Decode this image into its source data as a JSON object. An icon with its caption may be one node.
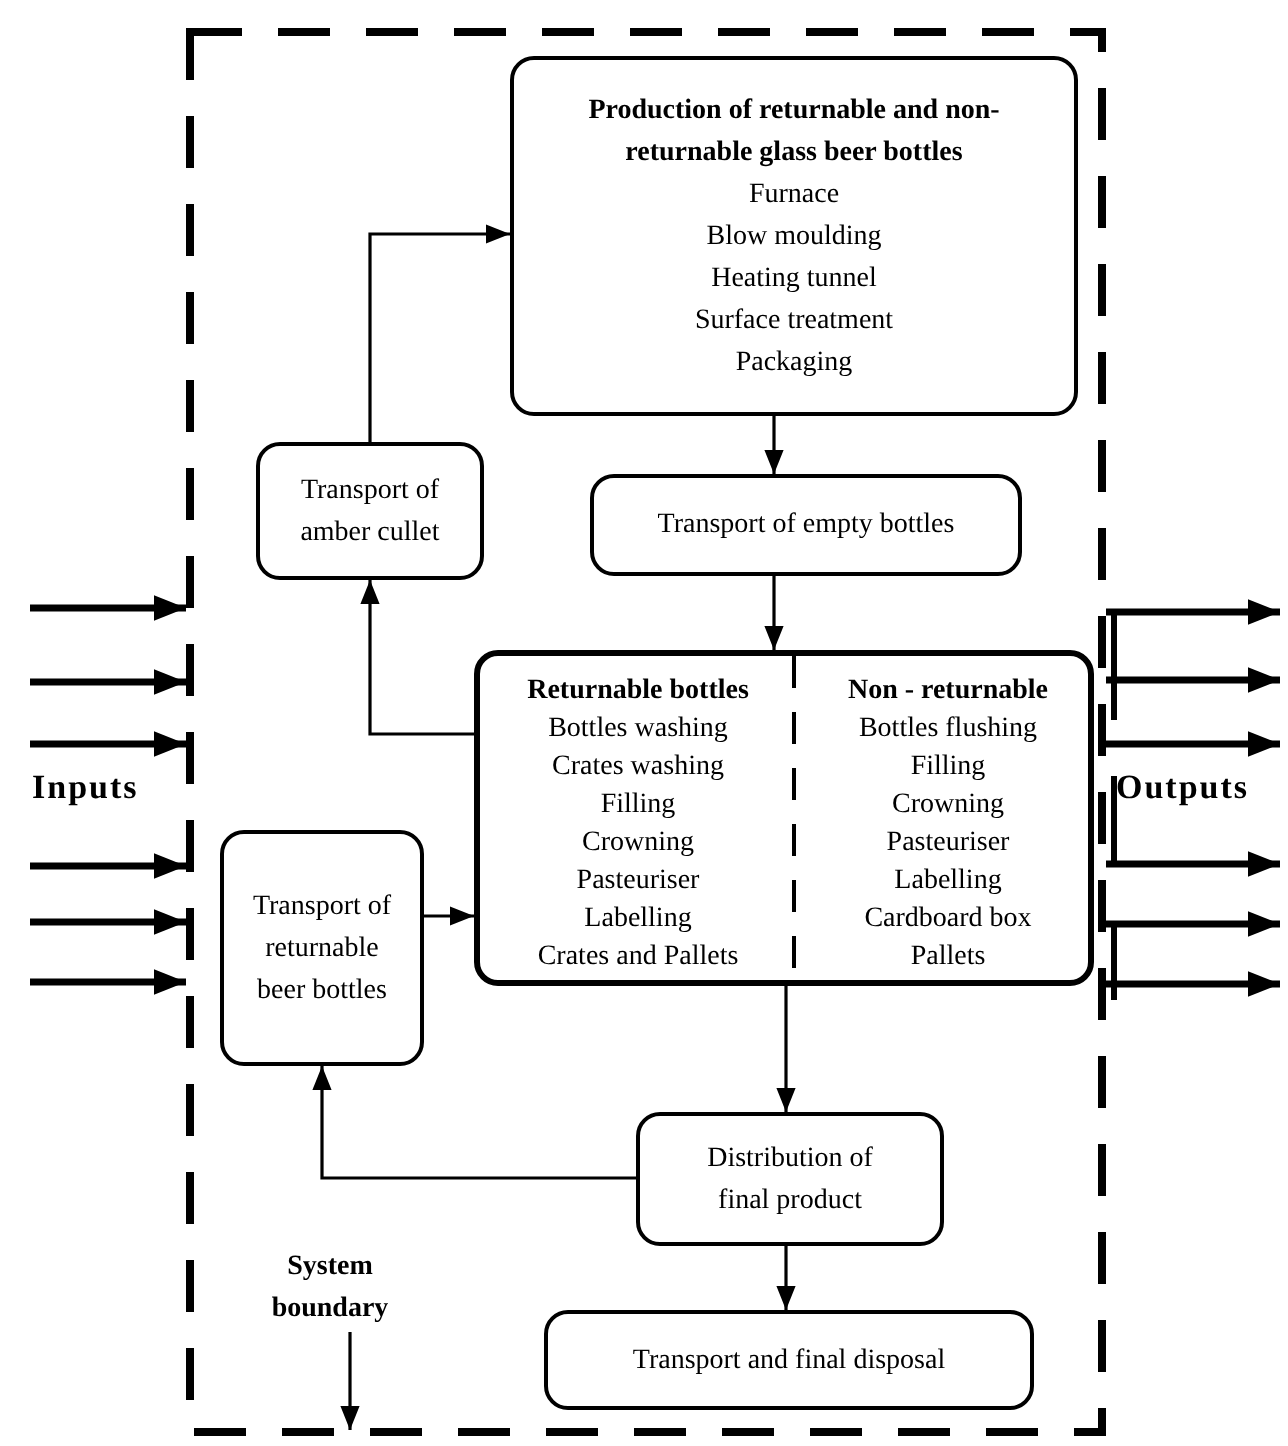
{
  "diagram": {
    "nodes": [
      {
        "text": [],
        "shape": "box"
      },
      {
        "text": [
          "Production of returnable and non-returnable glass beer bottles",
          "Furnace",
          "Blow moulding",
          "Heating tunnel",
          "Surface treatment",
          "Packaging"
        ],
        "in": 0
      },
      {
        "text": [
          "Transport of amber cullet"
        ],
        "in": 0
      },
      {
        "text": [
          "Transport of empty bottles"
        ],
        "in": 0
      },
      {
        "text": [],
        "shape": "box",
        "in": 0
      },
      {
        "text": [
          "Returnable bottles",
          "Bottles washing",
          "Crates washing",
          "Filling",
          "Crowning",
          "Pasteuriser",
          "Labelling",
          "Crates and Pallets"
        ],
        "in": 4
      },
      {
        "text": [
          "Non - returnable",
          "Bottles flushing",
          "Filling",
          "Crowning",
          "Pasteuriser",
          "Labelling",
          "Cardboard box",
          "Pallets"
        ],
        "in": 4
      },
      {
        "text": [
          "Transport of returnable beer bottles"
        ],
        "in": 0
      },
      {
        "text": [
          "Distribution of final product"
        ],
        "in": 0
      },
      {
        "text": [
          "Transport and final disposal"
        ],
        "in": 0
      },
      {
        "text": [
          "System boundary"
        ],
        "in": 0
      }
    ],
    "edges": [
      {
        "from": 2,
        "to": 1,
        "arrow": "to"
      },
      {
        "from": 1,
        "to": 3,
        "arrow": "to"
      },
      {
        "from": 3,
        "to": 4,
        "arrow": "to"
      },
      {
        "from": 4,
        "to": 2,
        "arrow": "to"
      },
      {
        "from": 7,
        "to": 4,
        "arrow": "to"
      },
      {
        "from": 4,
        "to": 8,
        "arrow": "to"
      },
      {
        "from": 8,
        "to": 7,
        "arrow": "to"
      },
      {
        "from": 8,
        "to": 9,
        "arrow": "to"
      },
      {
        "from": 10,
        "to": 0,
        "arrow": "to"
      },
      {
        "from": null,
        "to": 0,
        "arrow": "to"
      },
      {
        "from": null,
        "to": 0,
        "arrow": "to"
      },
      {
        "from": null,
        "to": 0,
        "arrow": "to"
      },
      {
        "from": null,
        "to": 0,
        "arrow": "to"
      },
      {
        "from": null,
        "to": 0,
        "arrow": "to"
      },
      {
        "from": null,
        "to": 0,
        "arrow": "to"
      },
      {
        "from": 0,
        "to": null,
        "arrow": "to"
      },
      {
        "from": 0,
        "to": null,
        "arrow": "to"
      },
      {
        "from": 0,
        "to": null,
        "arrow": "to"
      },
      {
        "from": 0,
        "to": null,
        "arrow": "to"
      },
      {
        "from": 0,
        "to": null,
        "arrow": "to"
      },
      {
        "from": 0,
        "to": null,
        "arrow": "to"
      }
    ],
    "labels": [
      "Inputs",
      "Outputs"
    ]
  }
}
